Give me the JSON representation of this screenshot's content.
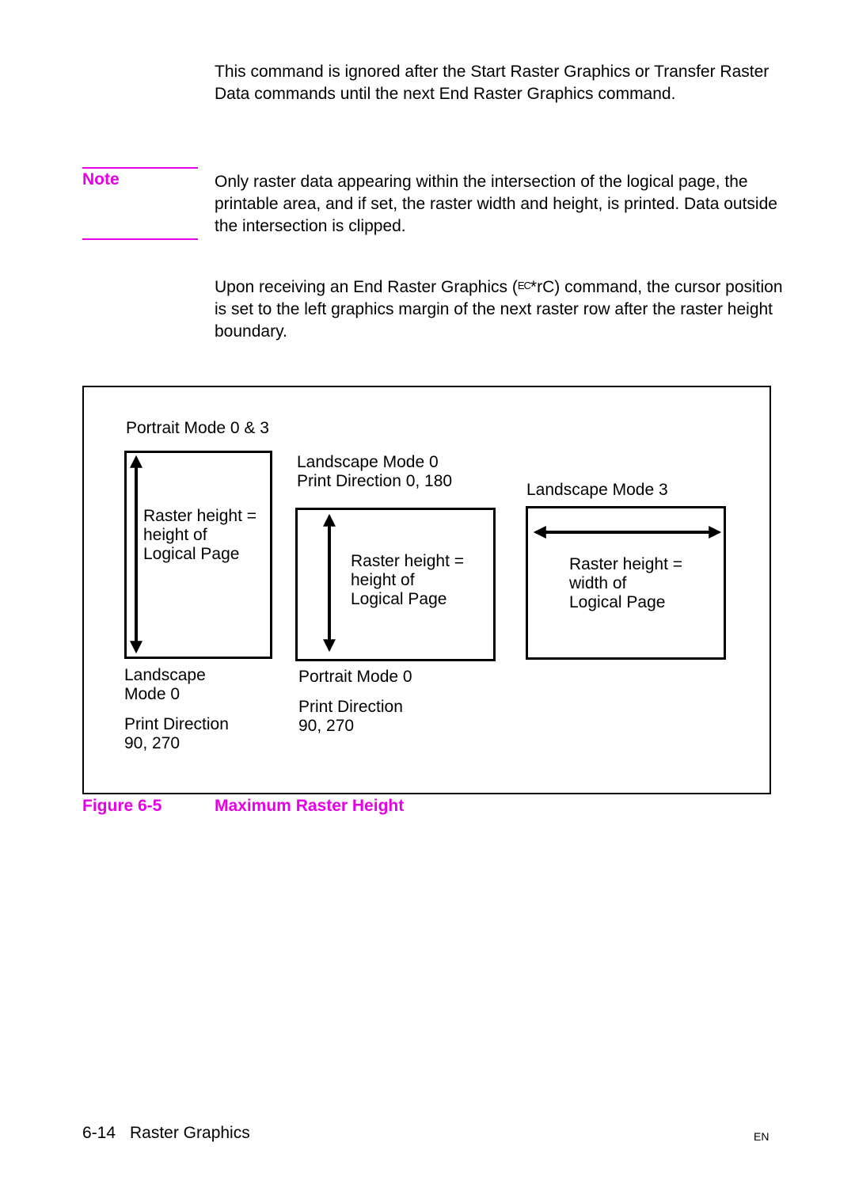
{
  "body": {
    "para1": "This command is ignored after the Start Raster Graphics or Transfer Raster Data commands until the next End Raster Graphics command.",
    "note_label": "Note",
    "note_text": "Only raster data appearing within the intersection of the logical page, the printable area, and if set, the raster width and height, is printed. Data outside the intersection is clipped.",
    "para2_pre": "Upon receiving an End Raster Graphics (",
    "para2_esc": "EC",
    "para2_post": "*rC) command, the cursor position is set to the left graphics margin of the next raster row after the raster height boundary."
  },
  "figure": {
    "heading": "Portrait Mode 0 & 3",
    "panel1": {
      "inner": "Raster height =\nheight of\nLogical Page",
      "below": "Landscape\nMode 0",
      "below2": "Print Direction\n90, 270"
    },
    "panel2": {
      "above": "Landscape Mode 0\nPrint Direction 0, 180",
      "inner": "Raster height =\nheight of\nLogical Page",
      "below": "Portrait Mode 0",
      "below2": "Print Direction\n90, 270"
    },
    "panel3": {
      "above": "Landscape Mode 3",
      "inner": "Raster height =\nwidth of\nLogical Page"
    },
    "caption_number": "Figure 6-5",
    "caption_title": "Maximum Raster Height"
  },
  "footer": {
    "page": "6-14",
    "section": "Raster Graphics",
    "lang": "EN"
  }
}
